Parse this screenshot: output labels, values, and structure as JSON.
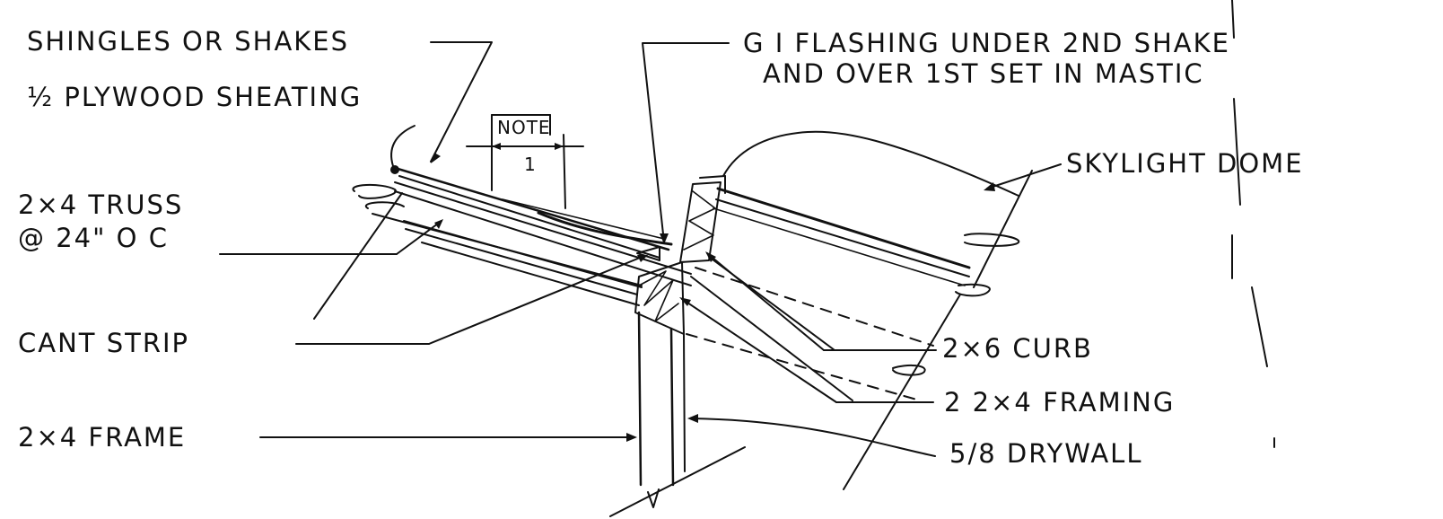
{
  "labels": {
    "shingles": "SHINGLES OR SHAKES",
    "plywood": "½ PLYWOOD SHEATING",
    "truss_line1": "2×4 TRUSS",
    "truss_line2": "@ 24\" O C",
    "cant_strip": "CANT STRIP",
    "frame": "2×4 FRAME",
    "flashing_line1": "G I FLASHING UNDER 2ND SHAKE",
    "flashing_line2": "AND OVER 1ST SET IN MASTIC",
    "skylight_dome": "SKYLIGHT DOME",
    "curb": "2×6 CURB",
    "framing": "2 2×4 FRAMING",
    "drywall": "5/8 DRYWALL",
    "note": "NOTE",
    "note_number": "1"
  },
  "colors": {
    "ink": "#111111",
    "paper": "#ffffff"
  }
}
